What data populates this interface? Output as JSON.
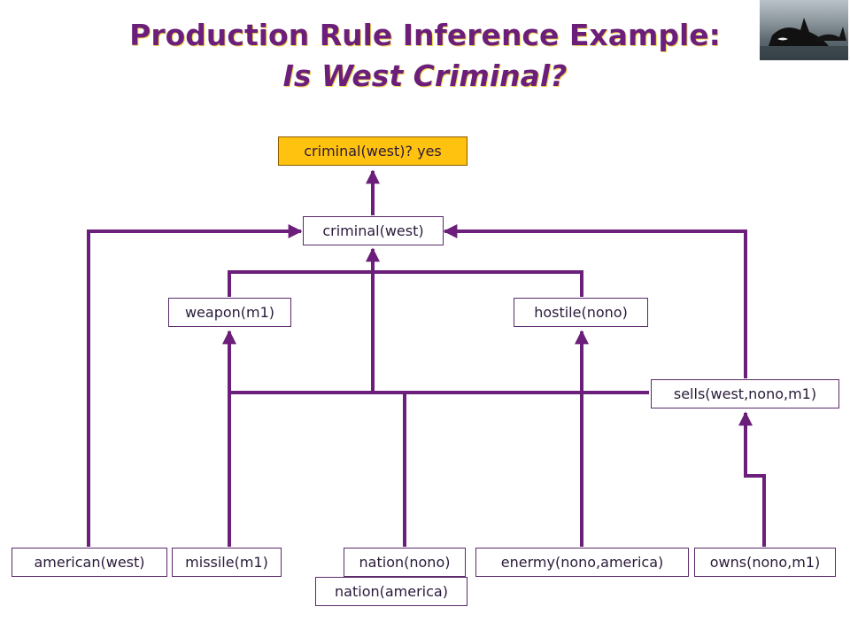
{
  "title": {
    "line1": "Production Rule Inference Example:",
    "line2": "Is West Criminal?"
  },
  "photo": {
    "icon": "orca-whales-photo"
  },
  "colors": {
    "title": "#6b1f7a",
    "arrow": "#6b1f7a",
    "goal_box": "#ffc20e"
  },
  "nodes": {
    "goal": "criminal(west)?  yes",
    "criminal": "criminal(west)",
    "weapon": "weapon(m1)",
    "hostile": "hostile(nono)",
    "sells": "sells(west,nono,m1)",
    "american": "american(west)",
    "missile": "missile(m1)",
    "nation_nono": "nation(nono)",
    "nation_america": "nation(america)",
    "enemy": "enermy(nono,america)",
    "owns": "owns(nono,m1)"
  }
}
